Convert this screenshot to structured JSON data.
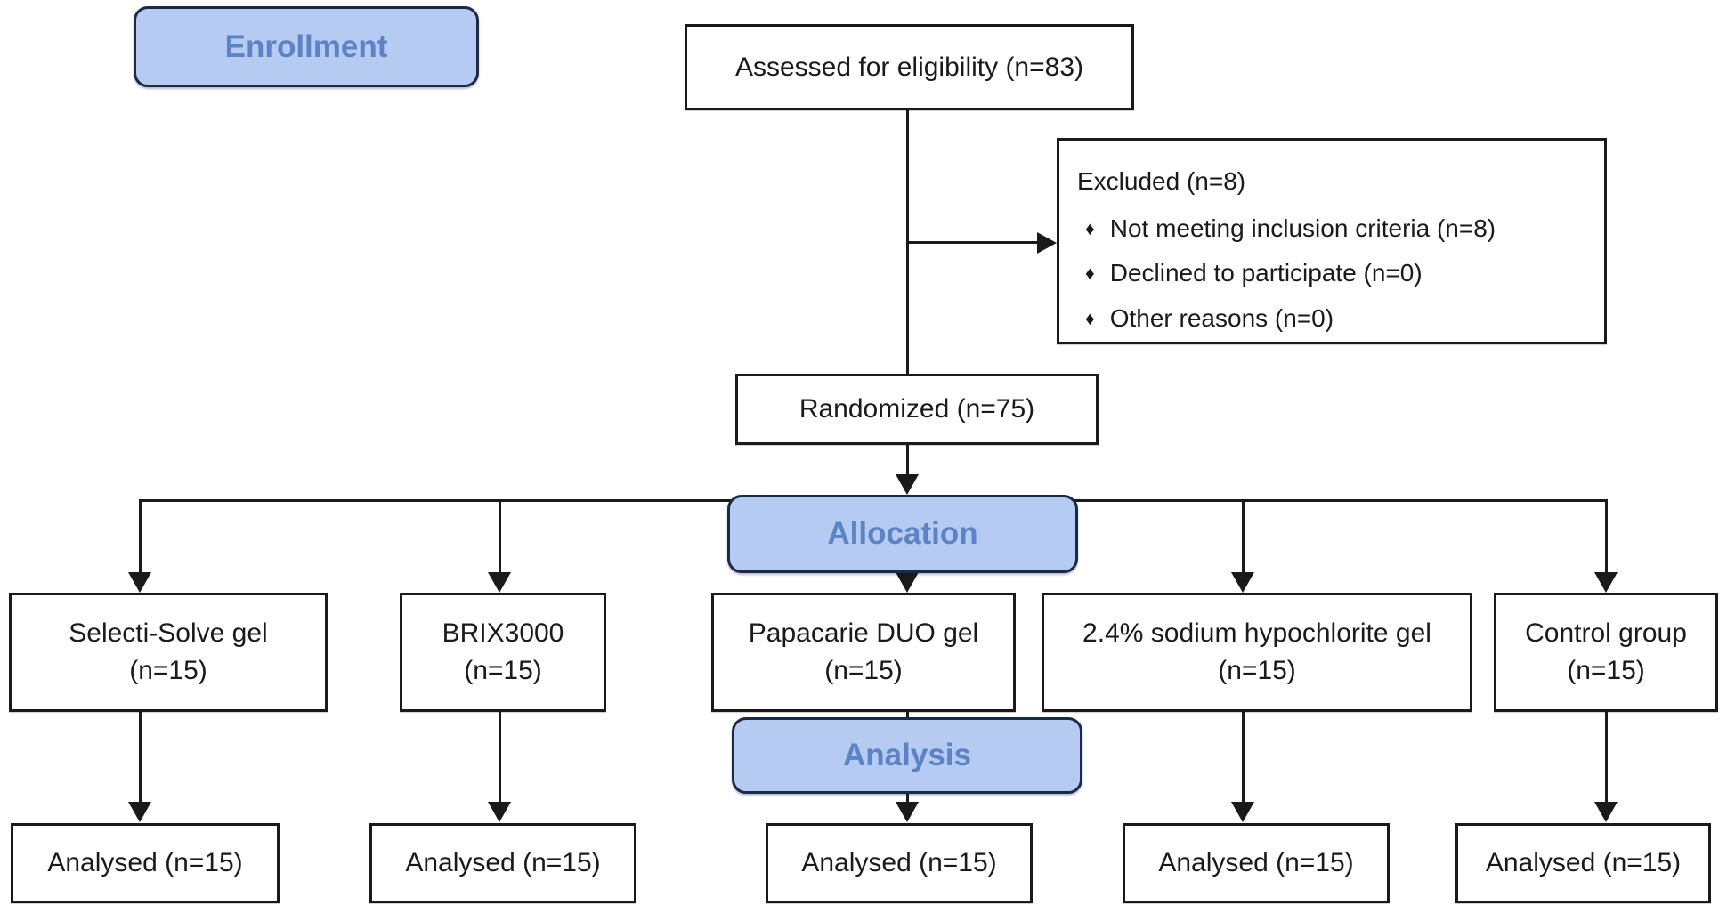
{
  "colors": {
    "background": "#ffffff",
    "ink": "#1a1a1a",
    "stage_fill": "#b5cbf1",
    "stage_border": "#1c2a49",
    "stage_text": "#5b83c5"
  },
  "stages": {
    "enrollment": "Enrollment",
    "allocation": "Allocation",
    "analysis": "Analysis"
  },
  "nodes": {
    "assessed": "Assessed for eligibility (n=83)",
    "excluded": {
      "title": "Excluded (n=8)",
      "bullet": "♦",
      "items": [
        "Not meeting inclusion criteria (n=8)",
        "Declined to participate (n=0)",
        "Other reasons (n=0)"
      ]
    },
    "randomized": "Randomized (n=75)",
    "groups": [
      {
        "name": "Selecti-Solve gel",
        "n": "(n=15)"
      },
      {
        "name": "BRIX3000",
        "n": "(n=15)"
      },
      {
        "name": "Papacarie DUO gel",
        "n": "(n=15)"
      },
      {
        "name": "2.4% sodium hypochlorite gel",
        "n": "(n=15)"
      },
      {
        "name": "Control group",
        "n": "(n=15)"
      }
    ],
    "analysed": [
      "Analysed (n=15)",
      "Analysed (n=15)",
      "Analysed (n=15)",
      "Analysed (n=15)",
      "Analysed (n=15)"
    ]
  }
}
